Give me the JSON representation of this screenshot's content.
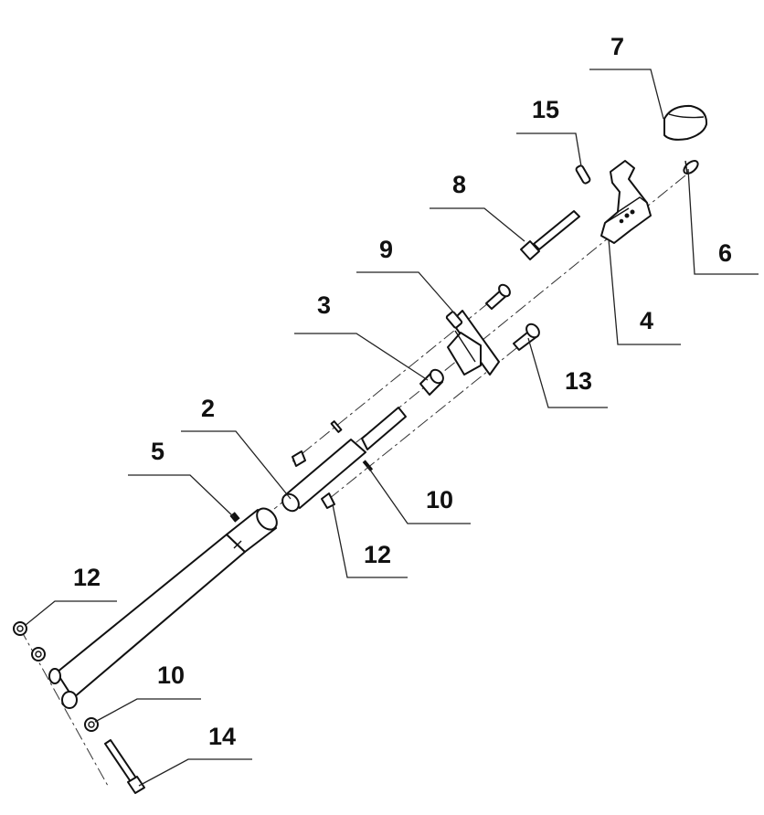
{
  "callouts": [
    {
      "id": "c7",
      "text": "7"
    },
    {
      "id": "c15",
      "text": "15"
    },
    {
      "id": "c8",
      "text": "8"
    },
    {
      "id": "c9",
      "text": "9"
    },
    {
      "id": "c6",
      "text": "6"
    },
    {
      "id": "c3",
      "text": "3"
    },
    {
      "id": "c4",
      "text": "4"
    },
    {
      "id": "c13",
      "text": "13"
    },
    {
      "id": "c2",
      "text": "2"
    },
    {
      "id": "c5",
      "text": "5"
    },
    {
      "id": "c10a",
      "text": "10"
    },
    {
      "id": "c12a",
      "text": "12"
    },
    {
      "id": "c12b",
      "text": "12"
    },
    {
      "id": "c10b",
      "text": "10"
    },
    {
      "id": "c14",
      "text": "14"
    }
  ]
}
